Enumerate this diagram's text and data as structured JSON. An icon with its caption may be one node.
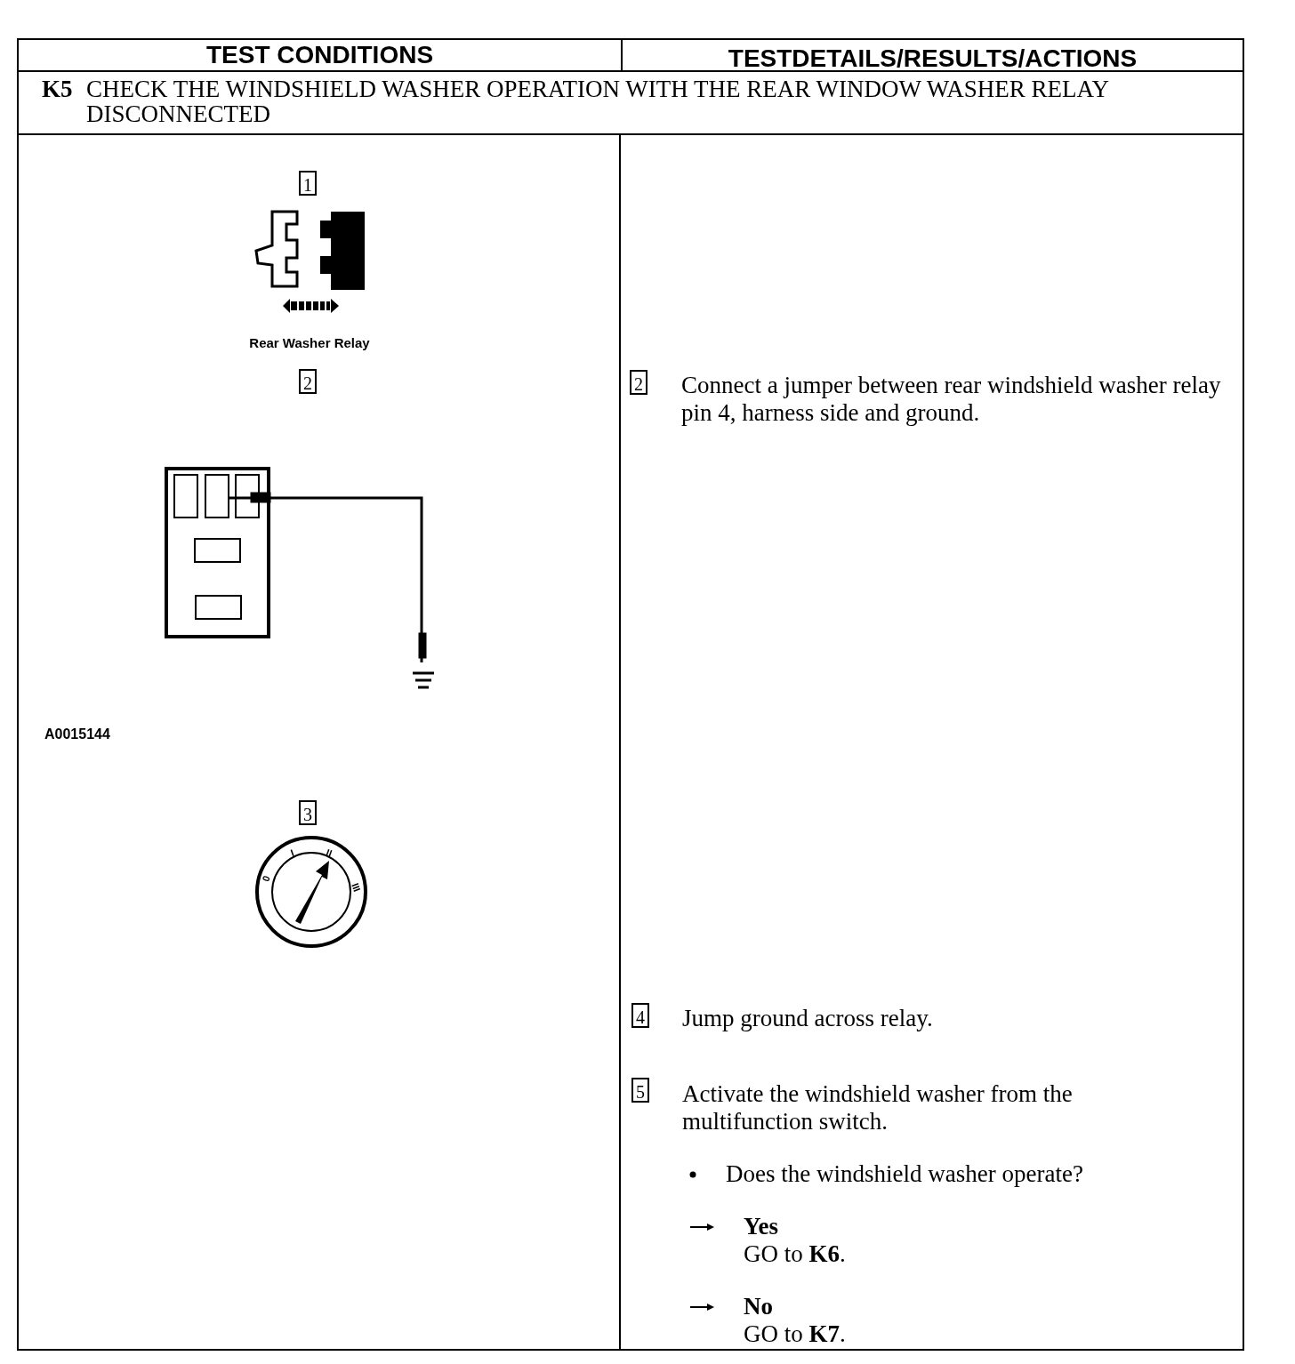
{
  "diagram": {
    "nodes": [
      {
        "text": [
          "1"
        ]
      },
      {
        "text": [
          "2"
        ]
      },
      {
        "text": [
          "3"
        ]
      },
      {
        "text": [
          "2"
        ]
      },
      {
        "text": [
          "4"
        ]
      },
      {
        "text": [
          "5"
        ]
      }
    ],
    "labels": [
      "TEST CONDITIONS",
      "TESTDETAILS/RESULTS/ACTIONS",
      "K5",
      "CHECK THE WINDSHIELD WASHER OPERATION WITH THE REAR WINDOW WASHER RELAY DISCONNECTED",
      "Rear Washer Relay",
      "A0015144",
      "0",
      "I",
      "II",
      "III",
      "Connect a jumper between rear windshield washer relay pin 4, harness side and ground.",
      "Jump ground across relay.",
      "Activate the windshield washer from the multifunction switch.",
      "Does the windshield washer operate?",
      "Yes",
      "GO to **K6**.",
      "No",
      "GO to **K7**."
    ]
  }
}
